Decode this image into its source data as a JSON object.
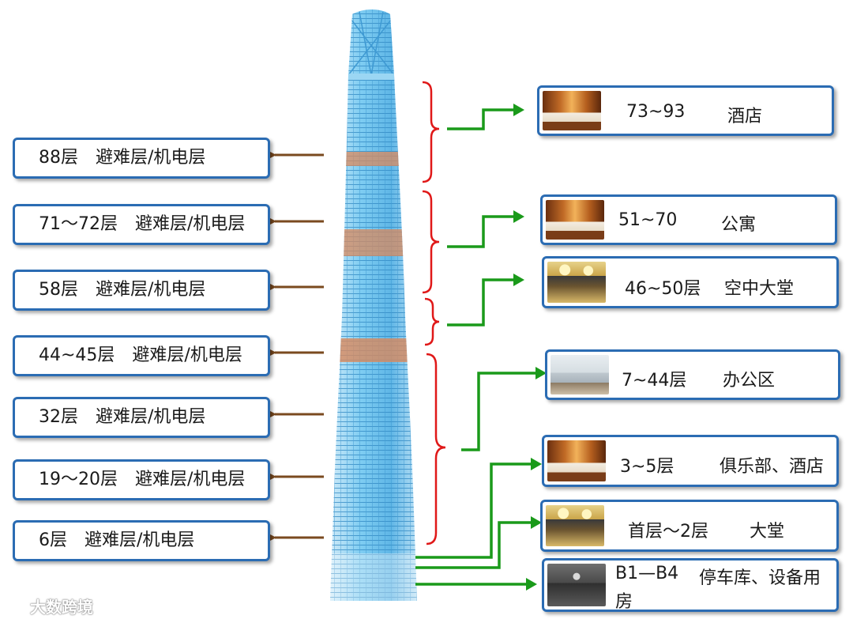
{
  "left_labels": [
    {
      "id": "88",
      "text": "88层　避难层/机电层"
    },
    {
      "id": "71",
      "text": "71～72层　避难层/机电层"
    },
    {
      "id": "58",
      "text": "58层　避难层/机电层"
    },
    {
      "id": "44",
      "text": "44~45层　避难层/机电层"
    },
    {
      "id": "32",
      "text": "32层　避难层/机电层"
    },
    {
      "id": "19",
      "text": "19～20层　避难层/机电层"
    },
    {
      "id": "6",
      "text": "6层　避难层/机电层"
    }
  ],
  "right_labels": [
    {
      "floors": "73~93",
      "use": "酒店",
      "photo": "hotel-room-photo"
    },
    {
      "floors": "51~70",
      "use": "公寓",
      "photo": "apartment-room-photo"
    },
    {
      "floors": "46~50层",
      "use": "空中大堂",
      "photo": "sky-lobby-photo"
    },
    {
      "floors": "7~44层",
      "use": "办公区",
      "photo": "office-photo"
    },
    {
      "floors": "3~5层",
      "use": "俱乐部、酒店",
      "photo": "club-hotel-photo"
    },
    {
      "floors": "首层～2层",
      "use": "大堂",
      "photo": "lobby-photo"
    },
    {
      "floors": "B1—B4",
      "use": "停车库、设备用",
      "use2": "房",
      "photo": "parking-photo"
    }
  ],
  "watermark": "大数跨境",
  "colors": {
    "box_border": "#2b6cb3",
    "brown_arrow": "#7a4a1f",
    "green_arrow": "#1a9a1a",
    "red_brace": "#e01818",
    "tower_blue": "#6cc3ee",
    "refuge_band": "#d98a5e"
  }
}
